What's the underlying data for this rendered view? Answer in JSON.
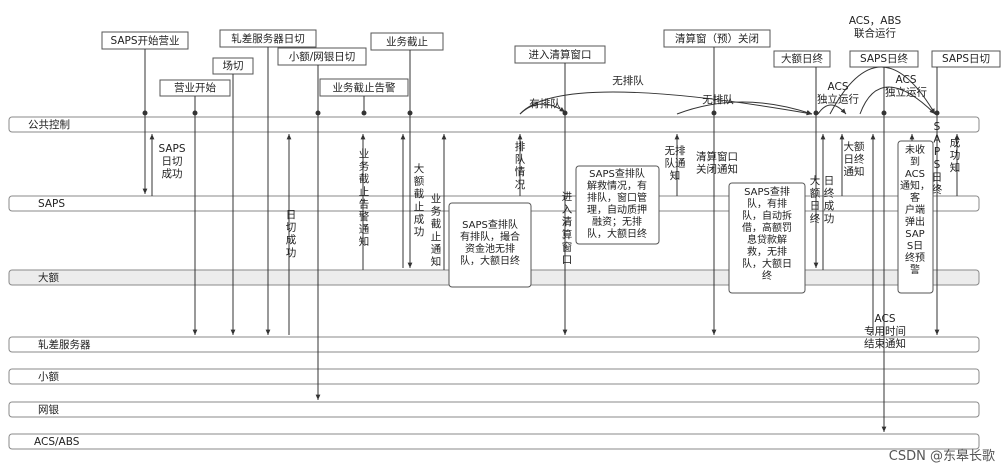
{
  "lanes": [
    {
      "id": "public",
      "label": "公共控制"
    },
    {
      "id": "saps",
      "label": "SAPS"
    },
    {
      "id": "large",
      "label": "大额"
    },
    {
      "id": "netting",
      "label": "轧差服务器"
    },
    {
      "id": "small",
      "label": "小额"
    },
    {
      "id": "online",
      "label": "网银"
    },
    {
      "id": "acs",
      "label": "ACS/ABS"
    }
  ],
  "events": {
    "saps_open": "SAPS开始营业",
    "biz_start": "营业开始",
    "netting_cutover": "轧差服务器日切",
    "field_cut": "场切",
    "small_online_cutover": "小额/网银日切",
    "biz_end": "业务截止",
    "biz_end_warn": "业务截止告警",
    "enter_clearing": "进入清算窗口",
    "clearing_close": "清算窗（预）关闭",
    "large_eod": "大额日终",
    "acs_abs_joint": "ACS，ABS\n联合运行",
    "saps_eod_top": "SAPS日终",
    "saps_eod_right": "SAPS日切"
  },
  "arc_labels": {
    "no_queue_1": "无排队",
    "has_queue": "有排队",
    "no_queue_2": "无排队",
    "acs_solo_1": "ACS\n独立运行",
    "acs_solo_2": "ACS\n独立运行"
  },
  "notes": {
    "saps_cutover_ok": "SAPS\n日切\n成功",
    "day_cutover_ok": "日\n切\n成\n功",
    "biz_end_warn_notice": "业\n务\n截\n止\n告\n警\n通\n知",
    "large_end_ok": "大\n额\n截\n止\n成\n功",
    "biz_end_notice": "业\n务\n截\n止\n通\n知",
    "queue_status": "排\n队\n情\n况",
    "enter_clearing_window": "进\n入\n清\n算\n窗\n口",
    "no_queue_notice": "无排\n队通\n知",
    "clearing_close_notice": "清算窗口\n关闭通知",
    "large_eod_ok_1": "大\n额\n日\n终",
    "large_eod_ok_2": "日\n终\n成\n功",
    "large_eod_notice": "大额\n日终\n通知",
    "acs_time_end": "ACS\n专用时间\n结束通知",
    "saps_eod_vertical": "S\nA\nP\nS\n日\n终",
    "cutover_ok_notice": "成\n功\n知"
  },
  "boxes": {
    "saps_check_1": "SAPS查排队\n有排队，撮合\n资金池无排\n队，大额日终",
    "saps_check_2": "SAPS查排队\n解救情况，有\n排队，窗口管\n理，自动质押\n融资；无排\n队，大额日终",
    "saps_check_3": "SAPS查排\n队，有排\n队，自动拆\n借，高额罚\n息贷款解\n救，无排\n队，大额日\n终",
    "acs_not_received": "未收\n到\nACS\n通知，\n客\n户端\n弹出\nSAP\nS日\n终预\n警"
  },
  "watermark": "CSDN @东皋长歌"
}
